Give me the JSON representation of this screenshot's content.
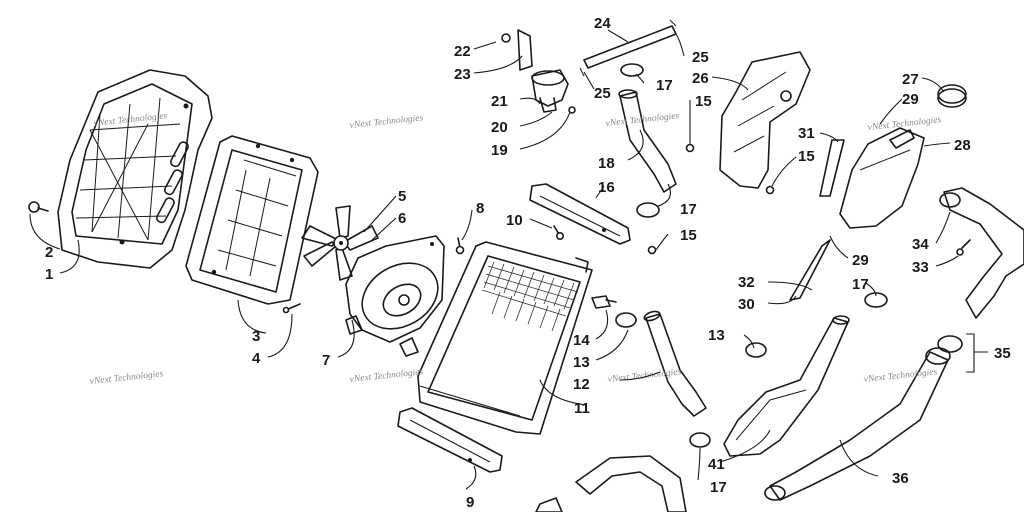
{
  "watermark": "vNext Technologies",
  "callouts": {
    "c1": "1",
    "c2": "2",
    "c3": "3",
    "c4": "4",
    "c5": "5",
    "c6": "6",
    "c7": "7",
    "c8": "8",
    "c9": "9",
    "c10": "10",
    "c11": "11",
    "c12": "12",
    "c13a": "13",
    "c13b": "13",
    "c14": "14",
    "c15a": "15",
    "c15b": "15",
    "c15c": "15",
    "c16": "16",
    "c17a": "17",
    "c17b": "17",
    "c17c": "17",
    "c17d": "17",
    "c18": "18",
    "c19": "19",
    "c20": "20",
    "c21": "21",
    "c22": "22",
    "c23": "23",
    "c24": "24",
    "c25a": "25",
    "c25b": "25",
    "c26": "26",
    "c27": "27",
    "c28": "28",
    "c29a": "29",
    "c29b": "29",
    "c30": "30",
    "c31": "31",
    "c32": "32",
    "c33": "33",
    "c34": "34",
    "c35": "35",
    "c36": "36",
    "c41": "41"
  }
}
